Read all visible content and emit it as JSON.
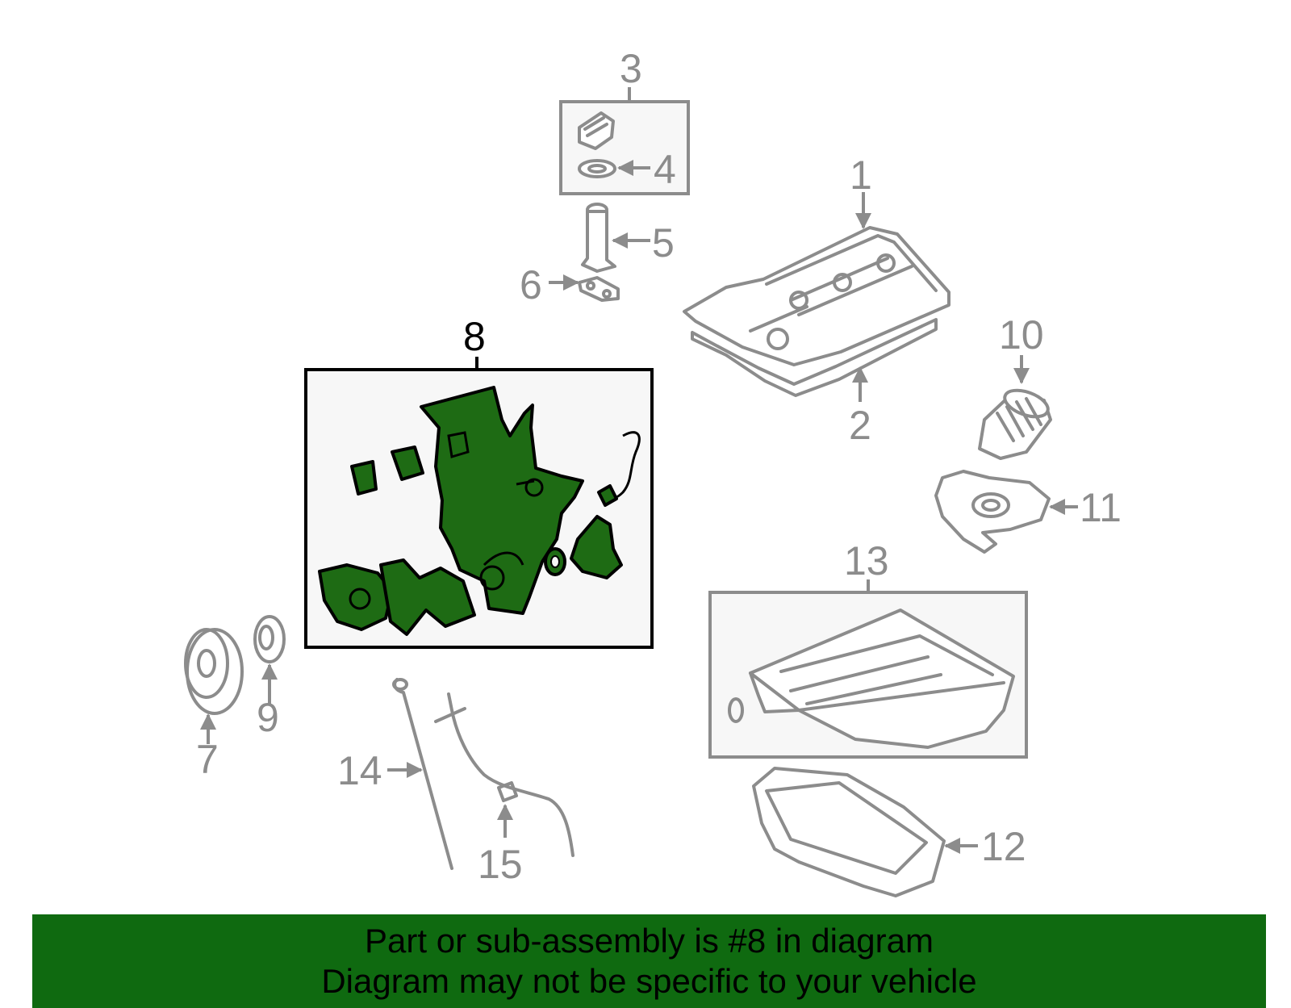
{
  "callouts": {
    "c1": "1",
    "c2": "2",
    "c3": "3",
    "c4": "4",
    "c5": "5",
    "c6": "6",
    "c7": "7",
    "c8": "8",
    "c9": "9",
    "c10": "10",
    "c11": "11",
    "c12": "12",
    "c13": "13",
    "c14": "14",
    "c15": "15"
  },
  "highlighted_callout": "8",
  "colors": {
    "highlight_fill": "#1e6b14",
    "banner_bg": "#0f6a10",
    "part_stroke": "#8c8c8c"
  },
  "banner": {
    "line1": "Part or sub-assembly is #8 in diagram",
    "line2": "Diagram may not be specific to your vehicle"
  }
}
